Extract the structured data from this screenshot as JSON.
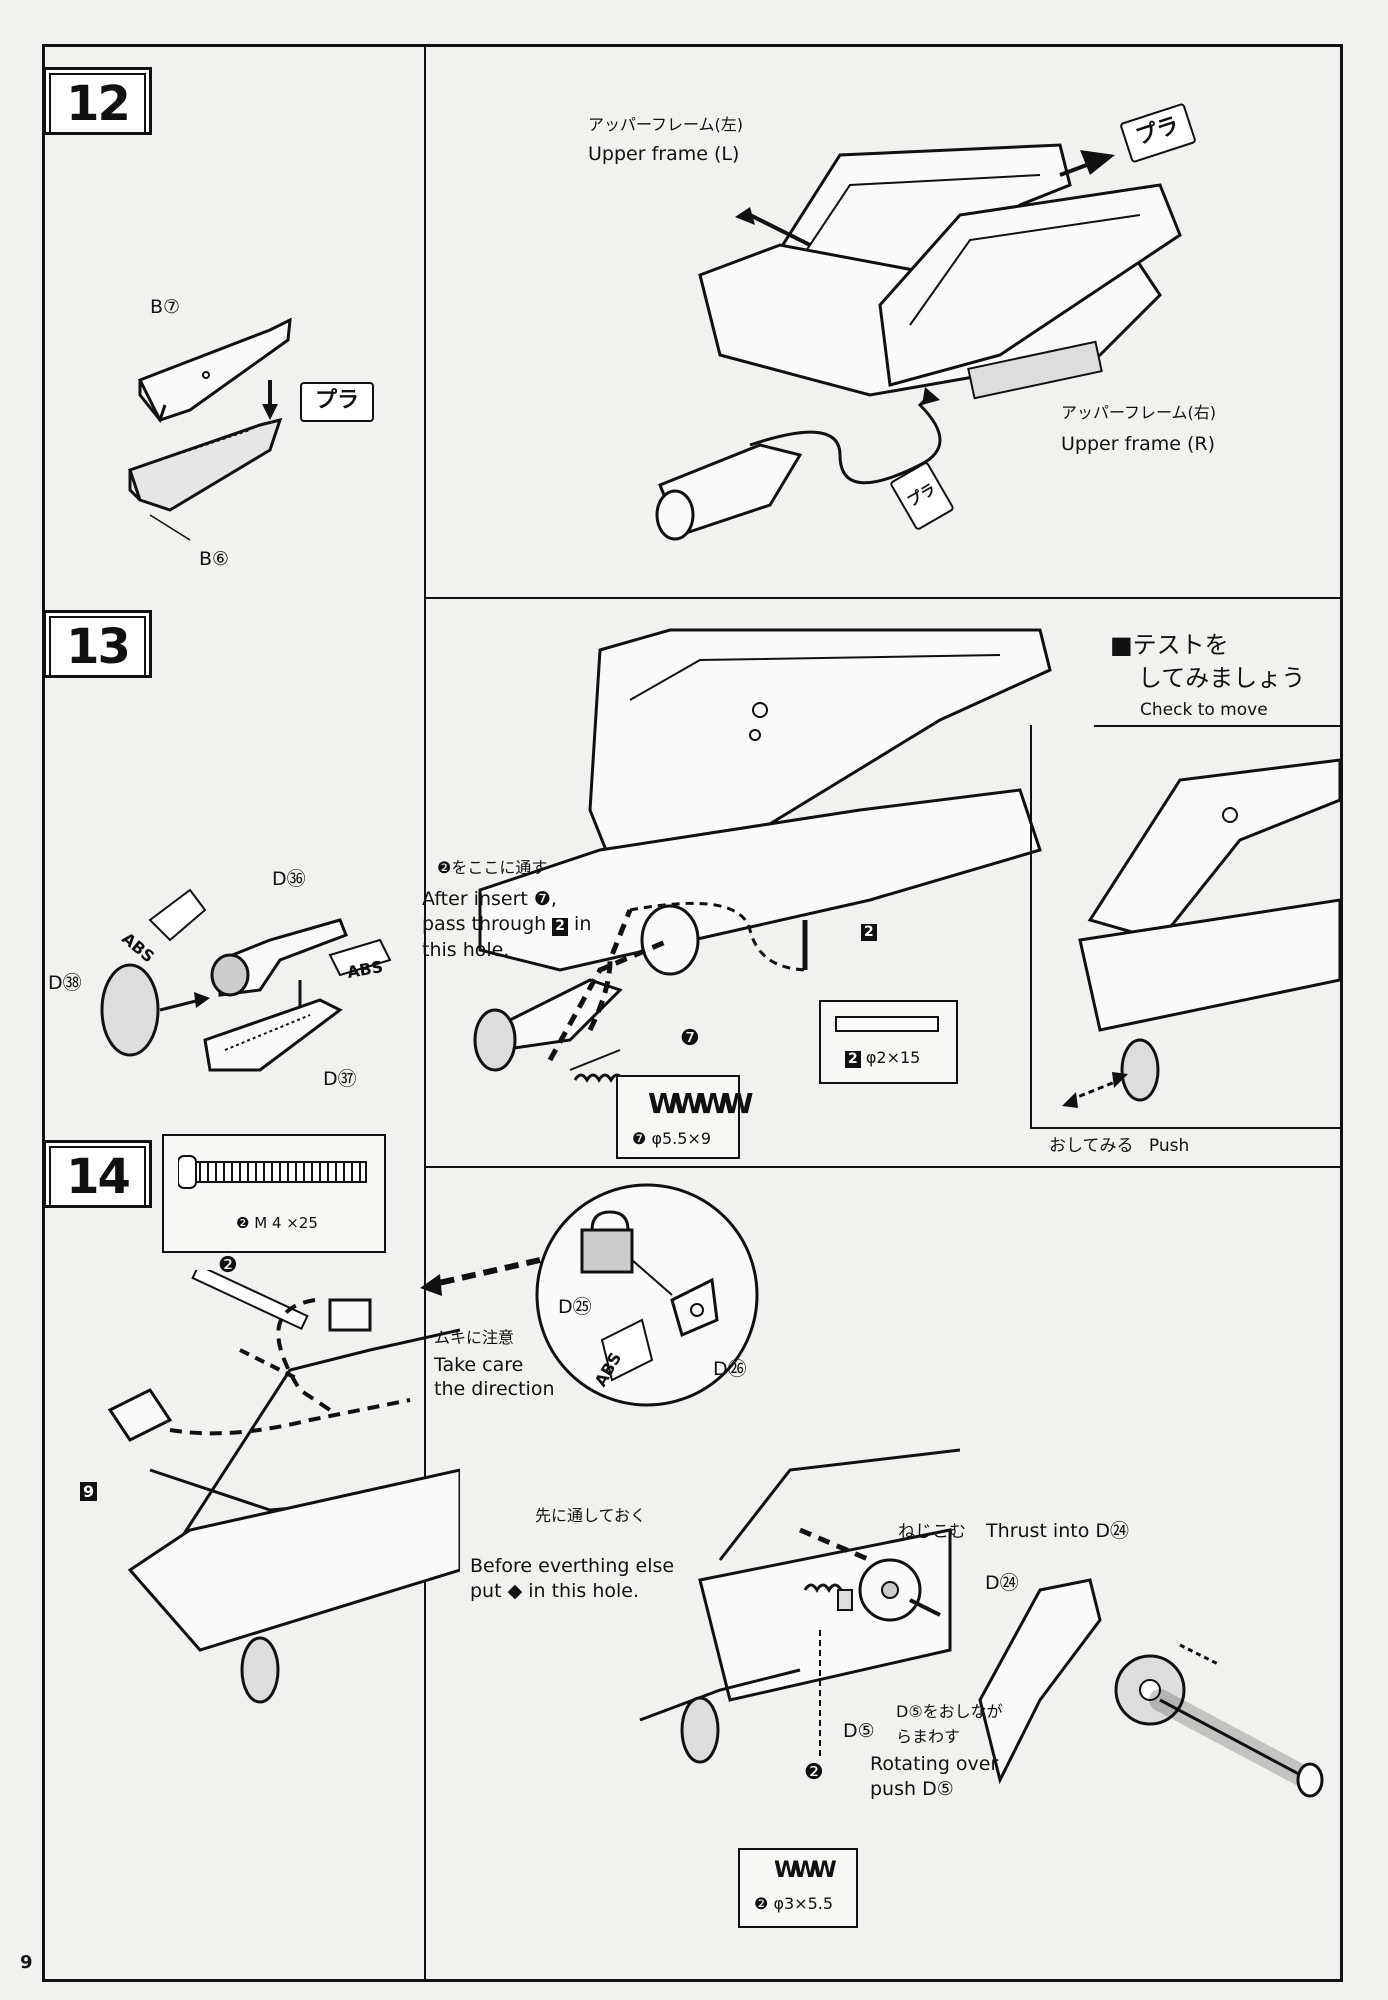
{
  "page_number": "9",
  "steps": [
    {
      "number": "12"
    },
    {
      "number": "13"
    },
    {
      "number": "14"
    }
  ],
  "step12": {
    "part_b7": "B⑦",
    "part_b6": "B⑥",
    "glue_label": "プラ",
    "upper_frame_l_jp": "アッパーフレーム(左)",
    "upper_frame_l_en": "Upper frame (L)",
    "upper_frame_r_jp": "アッパーフレーム(右)",
    "upper_frame_r_en": "Upper frame (R)"
  },
  "step13": {
    "part_d36": "D㊱",
    "part_d37": "D㊲",
    "part_d38": "D㊳",
    "abs_label": "ABS",
    "insert_jp": "❷をここに通す",
    "insert_en_1": "After insert ❼,",
    "insert_en_2": "pass through",
    "insert_en_2b": "in",
    "insert_en_3": "this hole.",
    "pin_number": "2",
    "spring_number": "❼",
    "pin_spec": "φ2×15",
    "spring_spec": "φ5.5×9",
    "test_jp_1": "■テストを",
    "test_jp_2": "してみましょう",
    "test_en": "Check to move",
    "push_jp": "おしてみる",
    "push_en": "Push"
  },
  "step14": {
    "screw_spec": "M 4 ×25",
    "screw_num": "❷",
    "part_9": "9",
    "part_d25": "D㉕",
    "part_d26": "D㉖",
    "direction_jp": "ムキに注意",
    "direction_en_1": "Take care",
    "direction_en_2": "the direction",
    "before_jp": "先に通しておく",
    "before_en_1": "Before everthing else",
    "before_en_2": "put ◆ in this hole.",
    "thrust_jp": "ねじこむ",
    "thrust_en": "Thrust into D㉔",
    "part_d24": "D㉔",
    "part_d5": "D⑤",
    "rotate_jp_1": "D⑤をおしなが",
    "rotate_jp_2": "らまわす",
    "rotate_en_1": "Rotating over",
    "rotate_en_2": "push D⑤",
    "spring2_num": "❷",
    "spring2_spec": "φ3×5.5"
  }
}
